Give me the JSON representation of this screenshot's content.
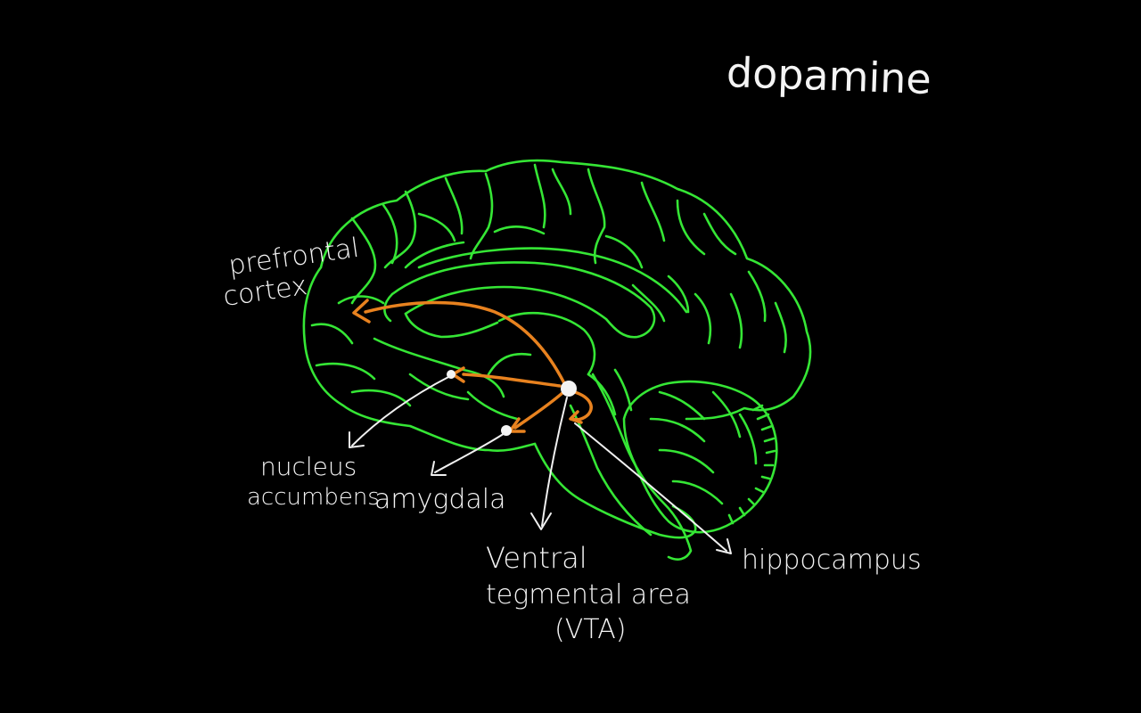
{
  "title": "dopamine",
  "labels": {
    "prefrontal_line1": "prefrontal",
    "prefrontal_line2": "cortex",
    "nucleus_line1": "nucleus",
    "nucleus_line2": "accumbens",
    "amygdala": "amygdala",
    "vta_line1": "Ventral",
    "vta_line2": "tegmental area",
    "vta_line3": "(VTA)",
    "hippocampus": "hippocampus"
  },
  "colors": {
    "background": "#000000",
    "brain_outline": "#35e635",
    "dopamine_pathway": "#e8821f",
    "annotation": "#f4f4f4"
  }
}
